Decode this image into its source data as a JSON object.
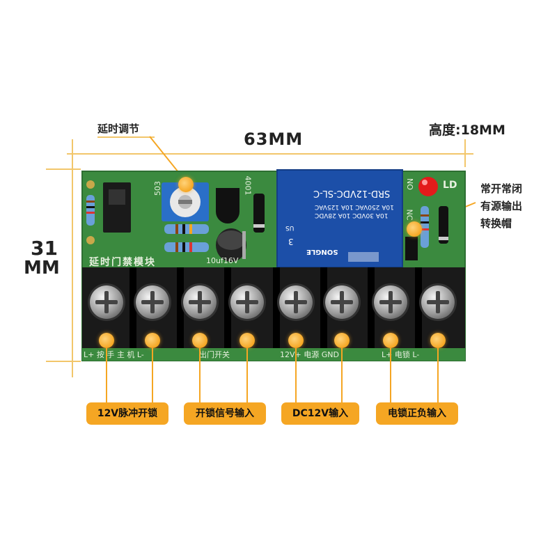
{
  "dimensions": {
    "width": "63MM",
    "height_left": "31",
    "height_left_unit": "MM",
    "thickness": "高度:18MM"
  },
  "callouts": {
    "delay_adjust": "延时调节",
    "no_nc_line1": "常开常闭",
    "no_nc_line2": "有源输出",
    "no_nc_line3": "转换帽"
  },
  "board": {
    "silkscreen_title": "延时门禁模块",
    "cap_label": "10uf16V",
    "pot_label": "503",
    "diode_label": "4001",
    "led_label": "LD",
    "relay": {
      "model": "SRD-12VDC-SL-C",
      "rating_line1": "10A 250VAC  10A 125VAC",
      "rating_line2": "10A 30VDC   10A 28VDC",
      "brand": "SONGLE",
      "us": "US",
      "digit": "3"
    },
    "terminal_labels": [
      "L+ 按 手 主 机 L-",
      "出门开关",
      "12V+ 电源 GND",
      "L+ 电锁 L-"
    ],
    "no_label": "NO",
    "nc_label": "NC"
  },
  "pills": [
    {
      "label": "12V脉冲开锁"
    },
    {
      "label": "开锁信号输入"
    },
    {
      "label": "DC12V输入"
    },
    {
      "label": "电锁正负输入"
    }
  ],
  "colors": {
    "accent": "#f5a623",
    "pcb_green": "#3b8a3f",
    "relay_blue": "#1c4fa8",
    "terminal_black": "#1a1a1a"
  }
}
